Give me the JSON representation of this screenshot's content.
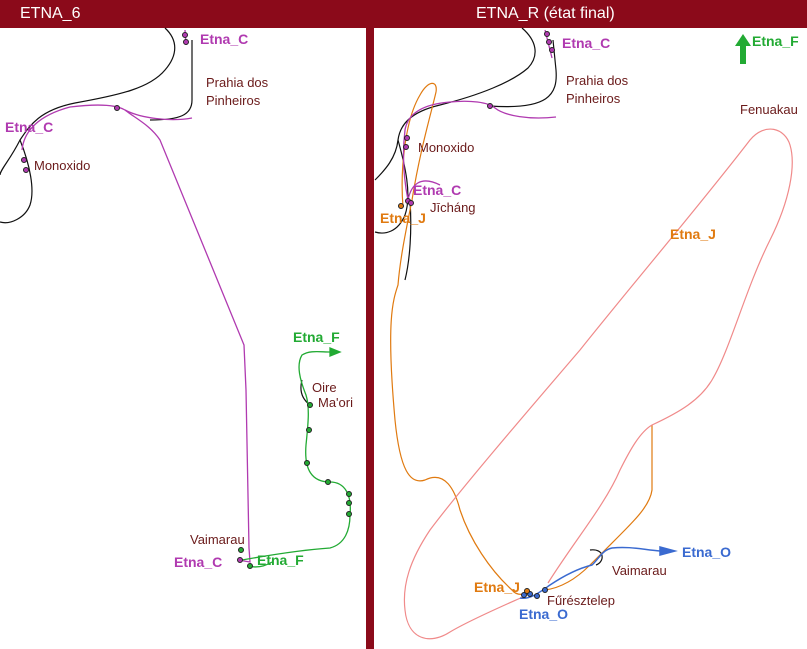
{
  "panels": {
    "left_title": "ETNA_6",
    "right_title": "ETNA_R   (état final)"
  },
  "colors": {
    "header": "#8b0a1a",
    "etna_c": "#b03ab0",
    "etna_f": "#22aa33",
    "etna_j": "#e07a10",
    "etna_o": "#3a6ad0",
    "etna_j_light": "#f08a8a",
    "place": "#6a1a1a"
  },
  "left_labels": {
    "etna_c_top": "Etna_C",
    "prahia": "Prahia dos",
    "pinheiros": "Pinheiros",
    "etna_c_left": "Etna_C",
    "monoxido": "Monoxido",
    "etna_f": "Etna_F",
    "oire": "Oire",
    "maori": "Ma'ori",
    "vaimarau": "Vaimarau",
    "etna_c_bottom": "Etna_C",
    "etna_f_bottom": "Etna_F"
  },
  "right_labels": {
    "etna_c_top": "Etna_C",
    "prahia": "Prahia dos",
    "pinheiros": "Pinheiros",
    "etna_f": "Etna_F",
    "fenuakau": "Fenuakau",
    "monoxido": "Monoxido",
    "etna_c_mid": "Etna_C",
    "jichang": "Jīcháng",
    "etna_j_left": "Etna_J",
    "etna_j_mid": "Etna_J",
    "etna_o_right": "Etna_O",
    "vaimarau": "Vaimarau",
    "etna_j_bottom": "Etna_J",
    "furesztelep": "Fűrésztelep",
    "etna_o_bottom": "Etna_O"
  }
}
